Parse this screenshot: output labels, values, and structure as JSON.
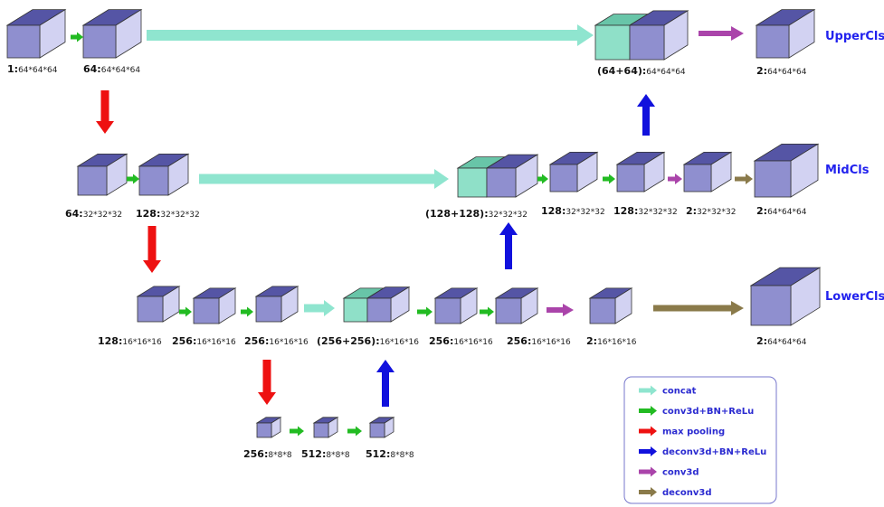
{
  "colors": {
    "cube_front": "#8f8fcf",
    "cube_top": "#5555a5",
    "cube_side": "#d2d2f2",
    "concat_front": "#8fe0c8",
    "concat_top": "#68c5a8",
    "concat_side": "#c4f2e4",
    "concat": "#8fe5cf",
    "conv": "#22bb22",
    "pool": "#ee1111",
    "deconv": "#1111dd",
    "conv3d": "#aa44aa",
    "deconv3d": "#8a7a4a",
    "branch_text": "#2222ee",
    "legend_border": "#7777cc"
  },
  "labels": {
    "up_in": {
      "main": "1:",
      "dims": "64*64*64"
    },
    "up_c1": {
      "main": "64:",
      "dims": "64*64*64"
    },
    "up_cat": {
      "main": "(64+64):",
      "dims": "64*64*64"
    },
    "up_out": {
      "main": "2:",
      "dims": "64*64*64"
    },
    "mid_c1": {
      "main": "64:",
      "dims": "32*32*32"
    },
    "mid_c2": {
      "main": "128:",
      "dims": "32*32*32"
    },
    "mid_cat": {
      "main": "(128+128):",
      "dims": "32*32*32"
    },
    "mid_c3": {
      "main": "128:",
      "dims": "32*32*32"
    },
    "mid_c4": {
      "main": "128:",
      "dims": "32*32*32"
    },
    "mid_c5": {
      "main": "2:",
      "dims": "32*32*32"
    },
    "mid_out": {
      "main": "2:",
      "dims": "64*64*64"
    },
    "low_c1": {
      "main": "128:",
      "dims": "16*16*16"
    },
    "low_c2": {
      "main": "256:",
      "dims": "16*16*16"
    },
    "low_c3": {
      "main": "256:",
      "dims": "16*16*16"
    },
    "low_cat": {
      "main": "(256+256):",
      "dims": "16*16*16"
    },
    "low_c4": {
      "main": "256:",
      "dims": "16*16*16"
    },
    "low_c5": {
      "main": "256:",
      "dims": "16*16*16"
    },
    "low_c6": {
      "main": "2:",
      "dims": "16*16*16"
    },
    "low_out": {
      "main": "2:",
      "dims": "64*64*64"
    },
    "bot_c1": {
      "main": "256:",
      "dims": "8*8*8"
    },
    "bot_c2": {
      "main": "512:",
      "dims": "8*8*8"
    },
    "bot_c3": {
      "main": "512:",
      "dims": "8*8*8"
    }
  },
  "branches": {
    "upper": "UpperCls",
    "mid": "MidCls",
    "lower": "LowerCls"
  },
  "legend": [
    {
      "key": "concat",
      "label": "concat"
    },
    {
      "key": "conv",
      "label": "conv3d+BN+ReLu"
    },
    {
      "key": "pool",
      "label": "max pooling"
    },
    {
      "key": "deconv",
      "label": "deconv3d+BN+ReLu"
    },
    {
      "key": "conv3d",
      "label": "conv3d"
    },
    {
      "key": "deconv3d",
      "label": "deconv3d"
    }
  ]
}
